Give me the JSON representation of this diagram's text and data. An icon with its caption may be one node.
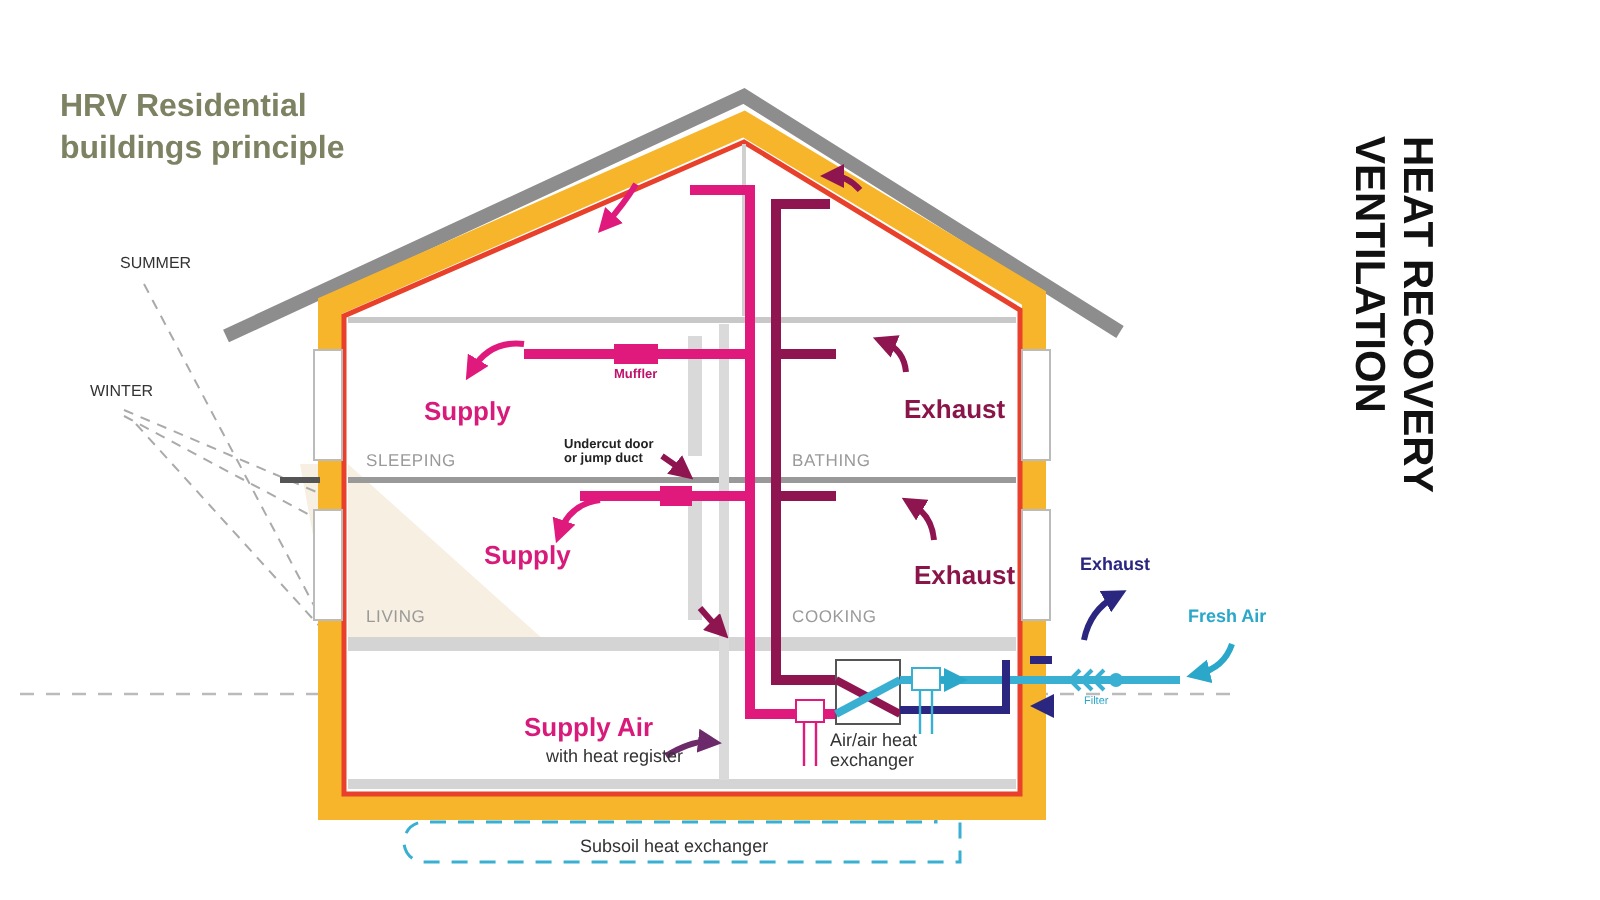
{
  "diagram": {
    "title": "HRV Residential buildings principle",
    "labels": [
      "HEAT RECOVERY VENTILATION",
      "SUMMER",
      "WINTER",
      "Muffler",
      "Supply",
      "Exhaust",
      "SLEEPING",
      "Undercut door or jump duct",
      "BATHING",
      "Supply",
      "Exhaust",
      "Exhaust",
      "Fresh Air",
      "LIVING",
      "COOKING",
      "Filter",
      "Supply Air",
      "with heat register",
      "Air/air heat exchanger",
      "Subsoil heat exchanger"
    ]
  }
}
